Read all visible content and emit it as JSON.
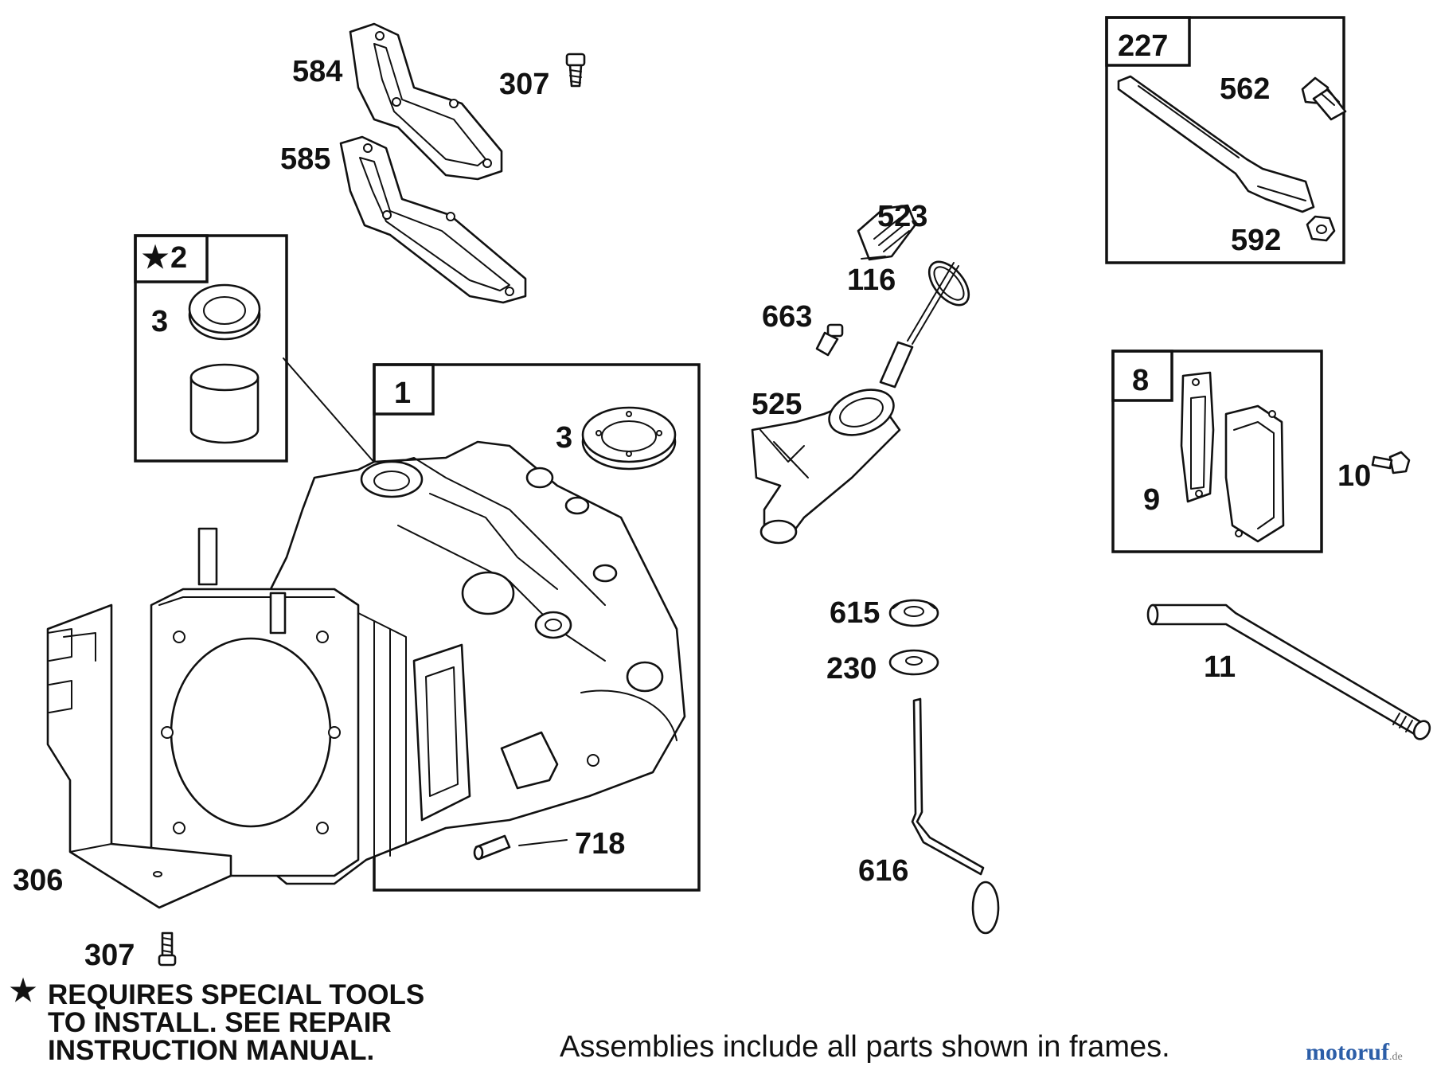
{
  "labels": {
    "p584": "584",
    "p307_top": "307",
    "p585": "585",
    "p2": "2",
    "p3_kit": "3",
    "p1": "1",
    "p3_seal": "3",
    "p718": "718",
    "p306": "306",
    "p307_bottom": "307",
    "p523": "523",
    "p116": "116",
    "p663": "663",
    "p525": "525",
    "p615": "615",
    "p230": "230",
    "p616": "616",
    "p227": "227",
    "p562": "562",
    "p592": "592",
    "p8": "8",
    "p9": "9",
    "p10": "10",
    "p11": "11"
  },
  "footnote": {
    "symbol": "★",
    "lines": [
      "REQUIRES SPECIAL TOOLS",
      "TO INSTALL.  SEE REPAIR",
      "INSTRUCTION MANUAL."
    ]
  },
  "caption": "Assemblies include all parts shown in frames.",
  "watermark": {
    "name": "motoruf",
    "tld": ".de"
  },
  "colors": {
    "line": "#111111",
    "background": "#ffffff",
    "watermark": "#2c5ea8"
  }
}
